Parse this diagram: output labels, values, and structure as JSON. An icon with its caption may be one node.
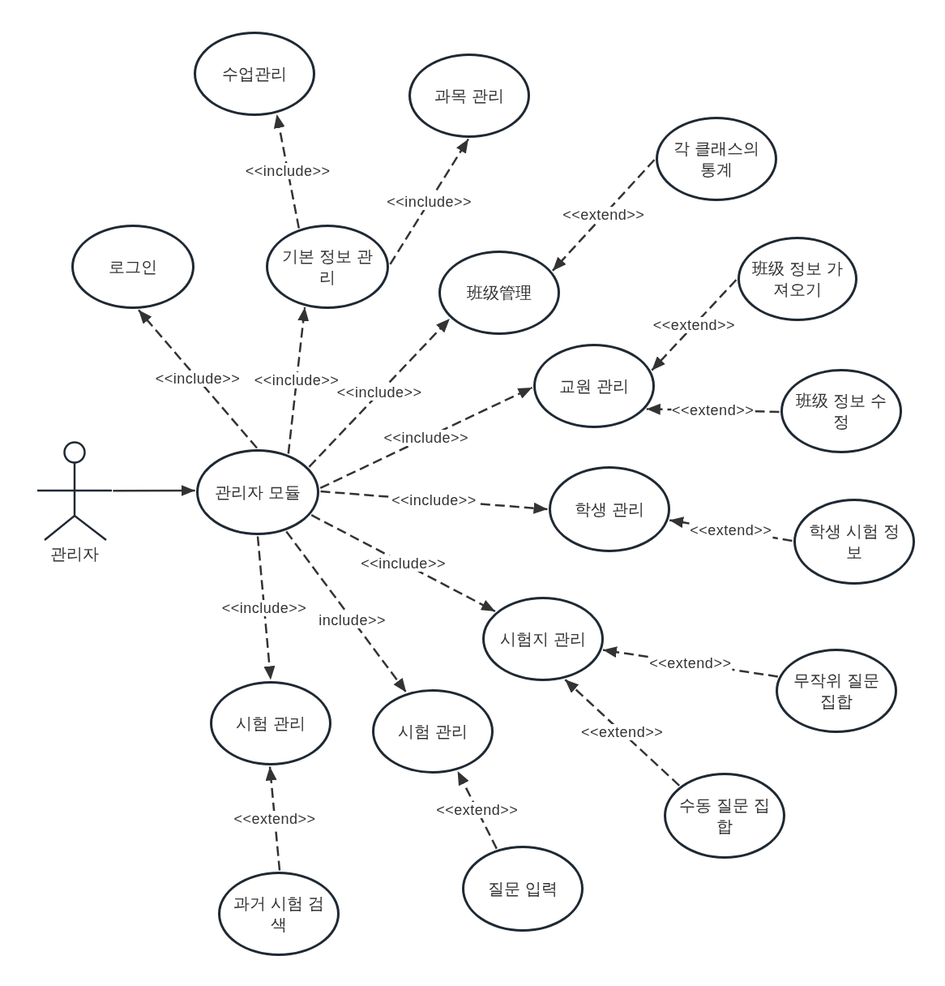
{
  "diagram": {
    "nodes": [
      {
        "text": [
          "관리자"
        ]
      },
      {
        "text": [
          "관리자 모듈"
        ]
      },
      {
        "text": [
          "로그인"
        ]
      },
      {
        "text": [
          "기본 정보 관리"
        ]
      },
      {
        "text": [
          "수업관리"
        ]
      },
      {
        "text": [
          "과목 관리"
        ]
      },
      {
        "text": [
          "班级管理"
        ]
      },
      {
        "text": [
          "각 클래스의 통계"
        ]
      },
      {
        "text": [
          "교원 관리"
        ]
      },
      {
        "text": [
          "班级 정보 가져오기"
        ]
      },
      {
        "text": [
          "班级 정보 수정"
        ]
      },
      {
        "text": [
          "학생 관리"
        ]
      },
      {
        "text": [
          "학생 시험 정보"
        ]
      },
      {
        "text": [
          "시험지 관리"
        ]
      },
      {
        "text": [
          "무작위 질문 집합"
        ]
      },
      {
        "text": [
          "시험 관리"
        ]
      },
      {
        "text": [
          "시험 관리"
        ]
      },
      {
        "text": [
          "수동 질문 집합"
        ]
      },
      {
        "text": [
          "과거 시험 검색"
        ]
      },
      {
        "text": [
          "질문 입력"
        ]
      }
    ],
    "edges": [
      {
        "from": 0,
        "to": 1,
        "arrow": "to"
      },
      {
        "from": 1,
        "to": 2,
        "arrow": "to",
        "label": "<<include>>",
        "style": "dashed"
      },
      {
        "from": 1,
        "to": 3,
        "arrow": "to",
        "label": "<<include>>",
        "style": "dashed"
      },
      {
        "from": 1,
        "to": 6,
        "arrow": "to",
        "label": "<<include>>",
        "style": "dashed"
      },
      {
        "from": 1,
        "to": 8,
        "arrow": "to",
        "label": "<<include>>",
        "style": "dashed"
      },
      {
        "from": 1,
        "to": 11,
        "arrow": "to",
        "label": "<<include>>",
        "style": "dashed"
      },
      {
        "from": 1,
        "to": 13,
        "arrow": "to",
        "label": "<<include>>",
        "style": "dashed"
      },
      {
        "from": 1,
        "to": 15,
        "arrow": "to",
        "label": "<<include>>",
        "style": "dashed"
      },
      {
        "from": 1,
        "to": 16,
        "arrow": "to",
        "label": "include>>",
        "style": "dashed"
      },
      {
        "from": 3,
        "to": 4,
        "arrow": "to",
        "label": "<<include>>",
        "style": "dashed"
      },
      {
        "from": 3,
        "to": 5,
        "arrow": "to",
        "label": "<<include>>",
        "style": "dashed"
      },
      {
        "from": 7,
        "to": 6,
        "arrow": "to",
        "label": "<<extend>>",
        "style": "dashed"
      },
      {
        "from": 9,
        "to": 8,
        "arrow": "to",
        "label": "<<extend>>",
        "style": "dashed"
      },
      {
        "from": 10,
        "to": 8,
        "arrow": "to",
        "label": "<<extend>>",
        "style": "dashed"
      },
      {
        "from": 12,
        "to": 11,
        "arrow": "to",
        "label": "<<extend>>",
        "style": "dashed"
      },
      {
        "from": 14,
        "to": 13,
        "arrow": "to",
        "label": "<<extend>>",
        "style": "dashed"
      },
      {
        "from": 17,
        "to": 13,
        "arrow": "to",
        "label": "<<extend>>",
        "style": "dashed"
      },
      {
        "from": 18,
        "to": 15,
        "arrow": "to",
        "label": "<<extend>>",
        "style": "dashed"
      },
      {
        "from": 19,
        "to": 16,
        "arrow": "to",
        "label": "<<extend>>",
        "style": "dashed"
      }
    ]
  }
}
